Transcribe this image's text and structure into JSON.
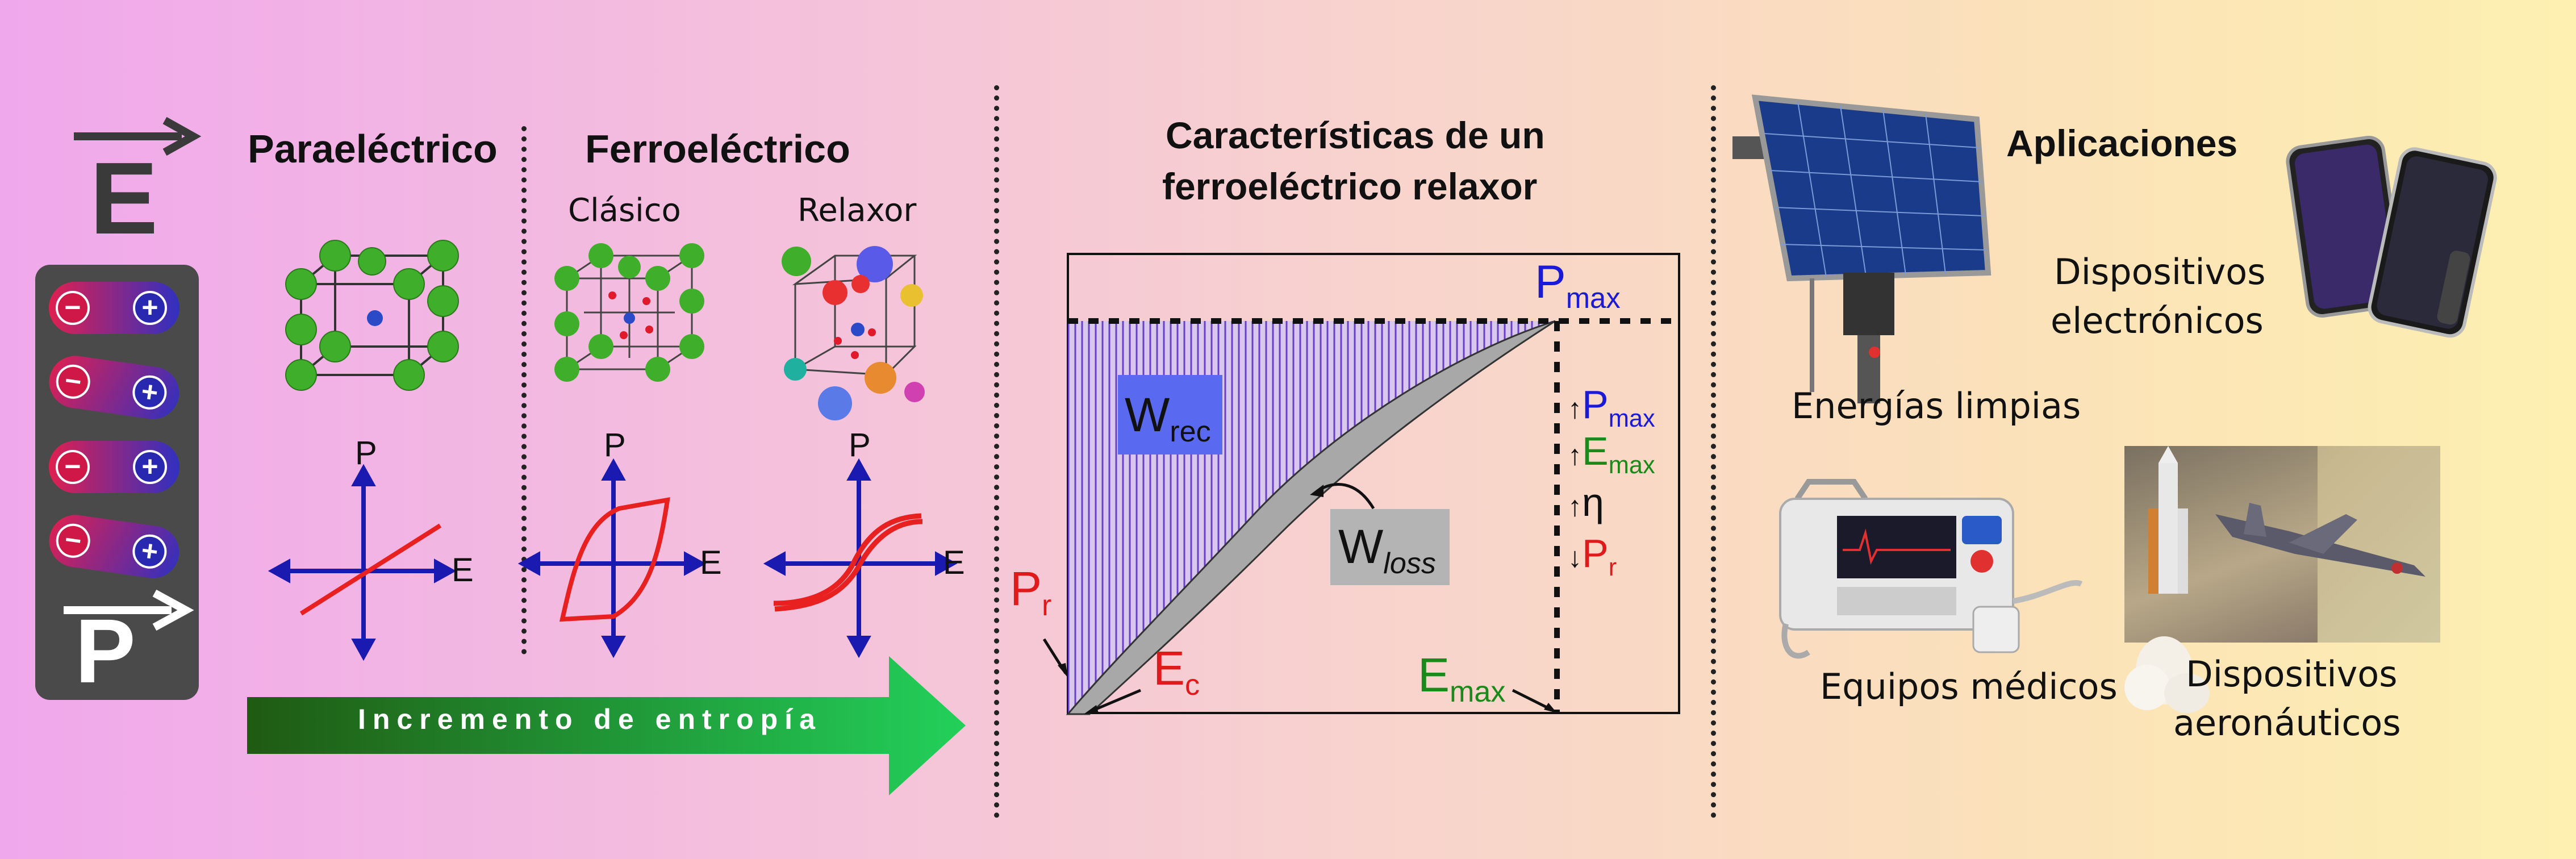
{
  "left": {
    "field_letter": "E",
    "polarization_letter": "P",
    "minus_sign": "−",
    "plus_sign": "+"
  },
  "phases": {
    "paraelectric": "Paraeléctrico",
    "ferroelectric": "Ferroeléctrico",
    "classic": "Clásico",
    "relaxor": "Relaxor",
    "axis_p": "P",
    "axis_e": "E",
    "entropy_arrow": "Incremento de entropía"
  },
  "center": {
    "title_line1": "Características de un",
    "title_line2": "ferroeléctrico relaxor",
    "pmax_main": "P",
    "pmax_sub": "max",
    "wrec_main": "W",
    "wrec_sub": "rec",
    "wloss_main": "W",
    "wloss_sub": "loss",
    "pr_main": "P",
    "pr_sub": "r",
    "ec_main": "E",
    "ec_sub": "c",
    "emax_main": "E",
    "emax_sub": "max",
    "list": [
      {
        "arrow": "↑",
        "main": "P",
        "sub": "max",
        "color": "#1a1ad8"
      },
      {
        "arrow": "↑",
        "main": "E",
        "sub": "max",
        "color": "#1a8a1a"
      },
      {
        "arrow": "↑",
        "main": "η",
        "sub": "",
        "color": "#111111"
      },
      {
        "arrow": "↓",
        "main": "P",
        "sub": "r",
        "color": "#e01a1a"
      }
    ]
  },
  "applications": {
    "title": "Aplicaciones",
    "devices": "Dispositivos electrónicos",
    "devices_l1": "Dispositivos",
    "devices_l2": "electrónicos",
    "clean_energy": "Energías limpias",
    "medical": "Equipos médicos",
    "aero_l1": "Dispositivos",
    "aero_l2": "aeronáuticos"
  },
  "colors": {
    "blue": "#1a1ad8",
    "red": "#e01a1a",
    "green": "#1a8a1a",
    "arrow_dark": "#1f5a12",
    "arrow_light": "#22d05a"
  }
}
